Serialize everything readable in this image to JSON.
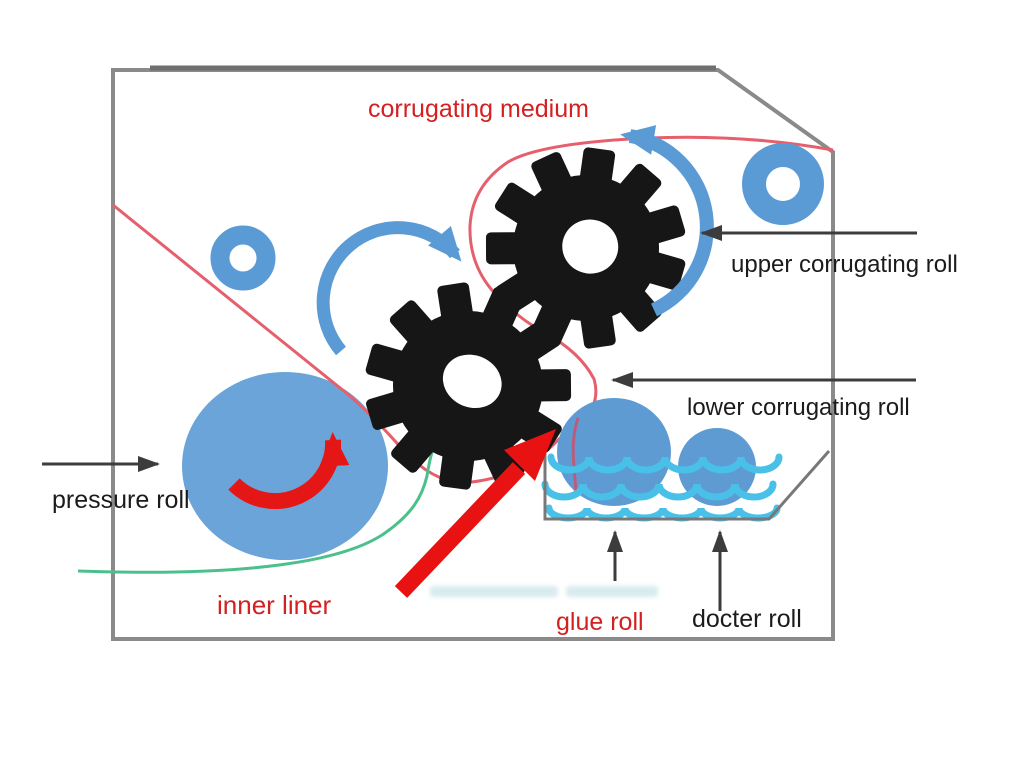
{
  "diagram": {
    "subject": "single-facer corrugator rolls schematic",
    "labels": {
      "corrugating_medium": "corrugating medium",
      "upper_corrugating_roll": "upper corrugating roll",
      "lower_corrugating_roll": "lower corrugating roll",
      "pressure_roll": "pressure roll",
      "inner_liner": "inner liner",
      "glue_roll": "glue roll",
      "docter_roll": "docter roll"
    },
    "colors": {
      "label_red": "#d32020",
      "label_black": "#1b1b1b",
      "roll_blue": "#5b9bd5",
      "pressure_roll_blue": "#6ba4d8",
      "wave_cyan": "#49c0e8",
      "inner_liner_green": "#4cc08c",
      "medium_path_red": "#e5606c",
      "rotation_arrow_red": "#e51616",
      "glue_arrow_red": "#e81212",
      "gear_black": "#161616",
      "frame_gray": "#8a8a8a",
      "callout_arrow_gray": "#3c3c3c"
    }
  }
}
